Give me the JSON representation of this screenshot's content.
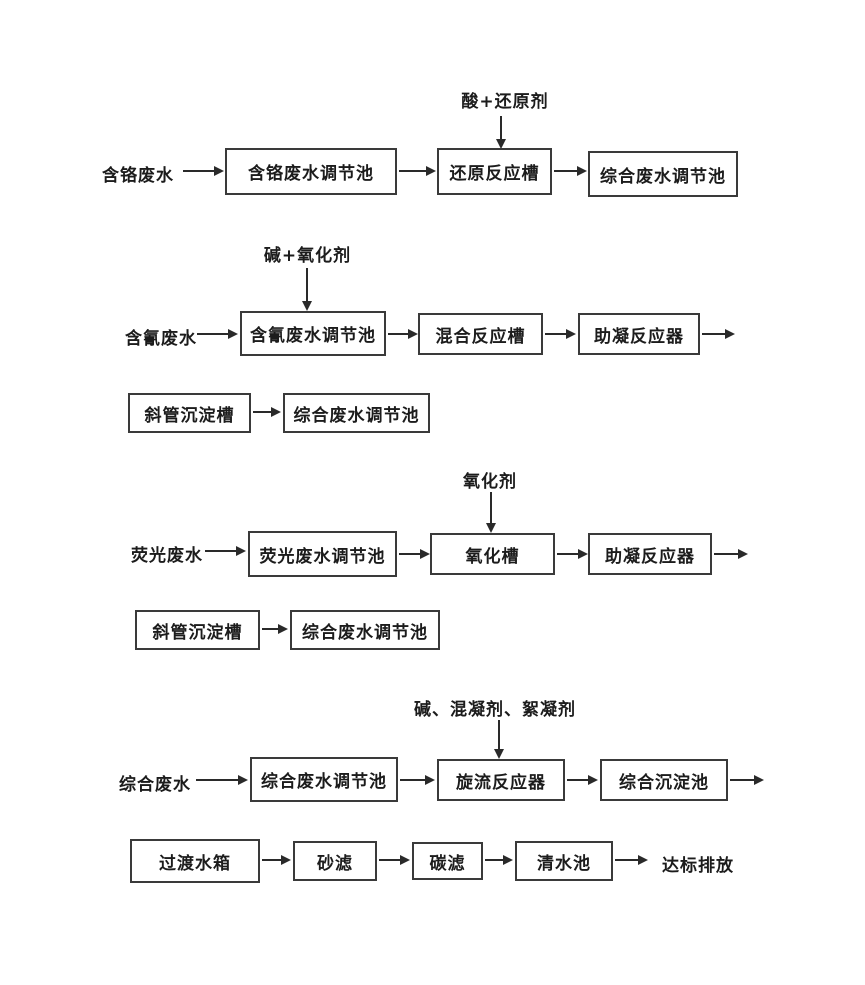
{
  "diagram_type": "wastewater-treatment-process-flowchart",
  "colors": {
    "background": "#ffffff",
    "line": "#2a2a2a",
    "box_border": "#3a3a3a",
    "text": "#1c1c1c"
  },
  "sections": {
    "chromium": {
      "input": "含铬废水",
      "chemical": "酸+还原剂",
      "steps": [
        "含铬废水调节池",
        "还原反应槽",
        "综合废水调节池"
      ]
    },
    "cyanide": {
      "input": "含氰废水",
      "chemical": "碱+氧化剂",
      "steps": [
        "含氰废水调节池",
        "混合反应槽",
        "助凝反应器"
      ],
      "continuation": [
        "斜管沉淀槽",
        "综合废水调节池"
      ]
    },
    "fluorescent": {
      "input": "荧光废水",
      "chemical": "氧化剂",
      "steps": [
        "荧光废水调节池",
        "氧化槽",
        "助凝反应器"
      ],
      "continuation": [
        "斜管沉淀槽",
        "综合废水调节池"
      ]
    },
    "comprehensive": {
      "input": "综合废水",
      "chemical": "碱、混凝剂、絮凝剂",
      "steps": [
        "综合废水调节池",
        "旋流反应器",
        "综合沉淀池"
      ],
      "continuation": [
        "过渡水箱",
        "砂滤",
        "碳滤",
        "清水池"
      ],
      "outcome": "达标排放"
    }
  }
}
